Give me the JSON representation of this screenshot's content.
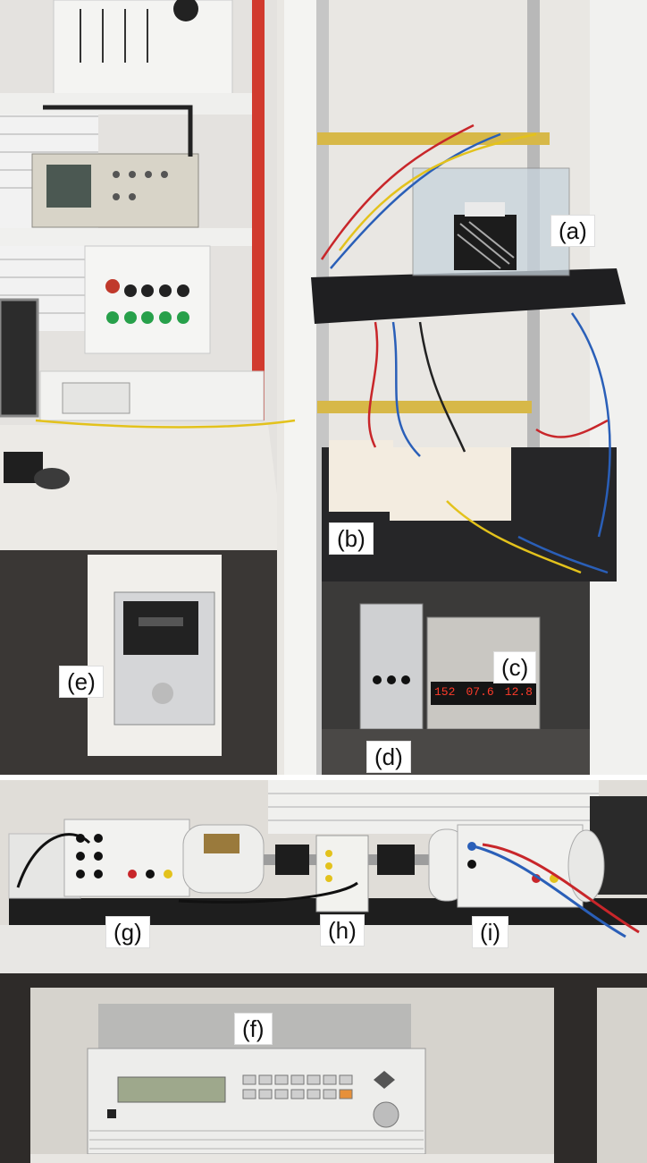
{
  "figure": {
    "labels": {
      "a": "(a)",
      "b": "(b)",
      "c": "(c)",
      "d": "(d)",
      "e": "(e)",
      "f": "(f)",
      "g": "(g)",
      "h": "(h)",
      "i": "(i)"
    },
    "power_supply_display": {
      "voltage": "152",
      "current": "07.6",
      "aux": "12.8"
    },
    "colors": {
      "wall": "#e6e4e1",
      "cabinet": "#2a2a2c",
      "desk": "#ecebe8",
      "wire_red": "#c8262a",
      "wire_blue": "#2a5fb8",
      "wire_yellow": "#e3c21c",
      "display_red": "#ff3b2a"
    }
  }
}
